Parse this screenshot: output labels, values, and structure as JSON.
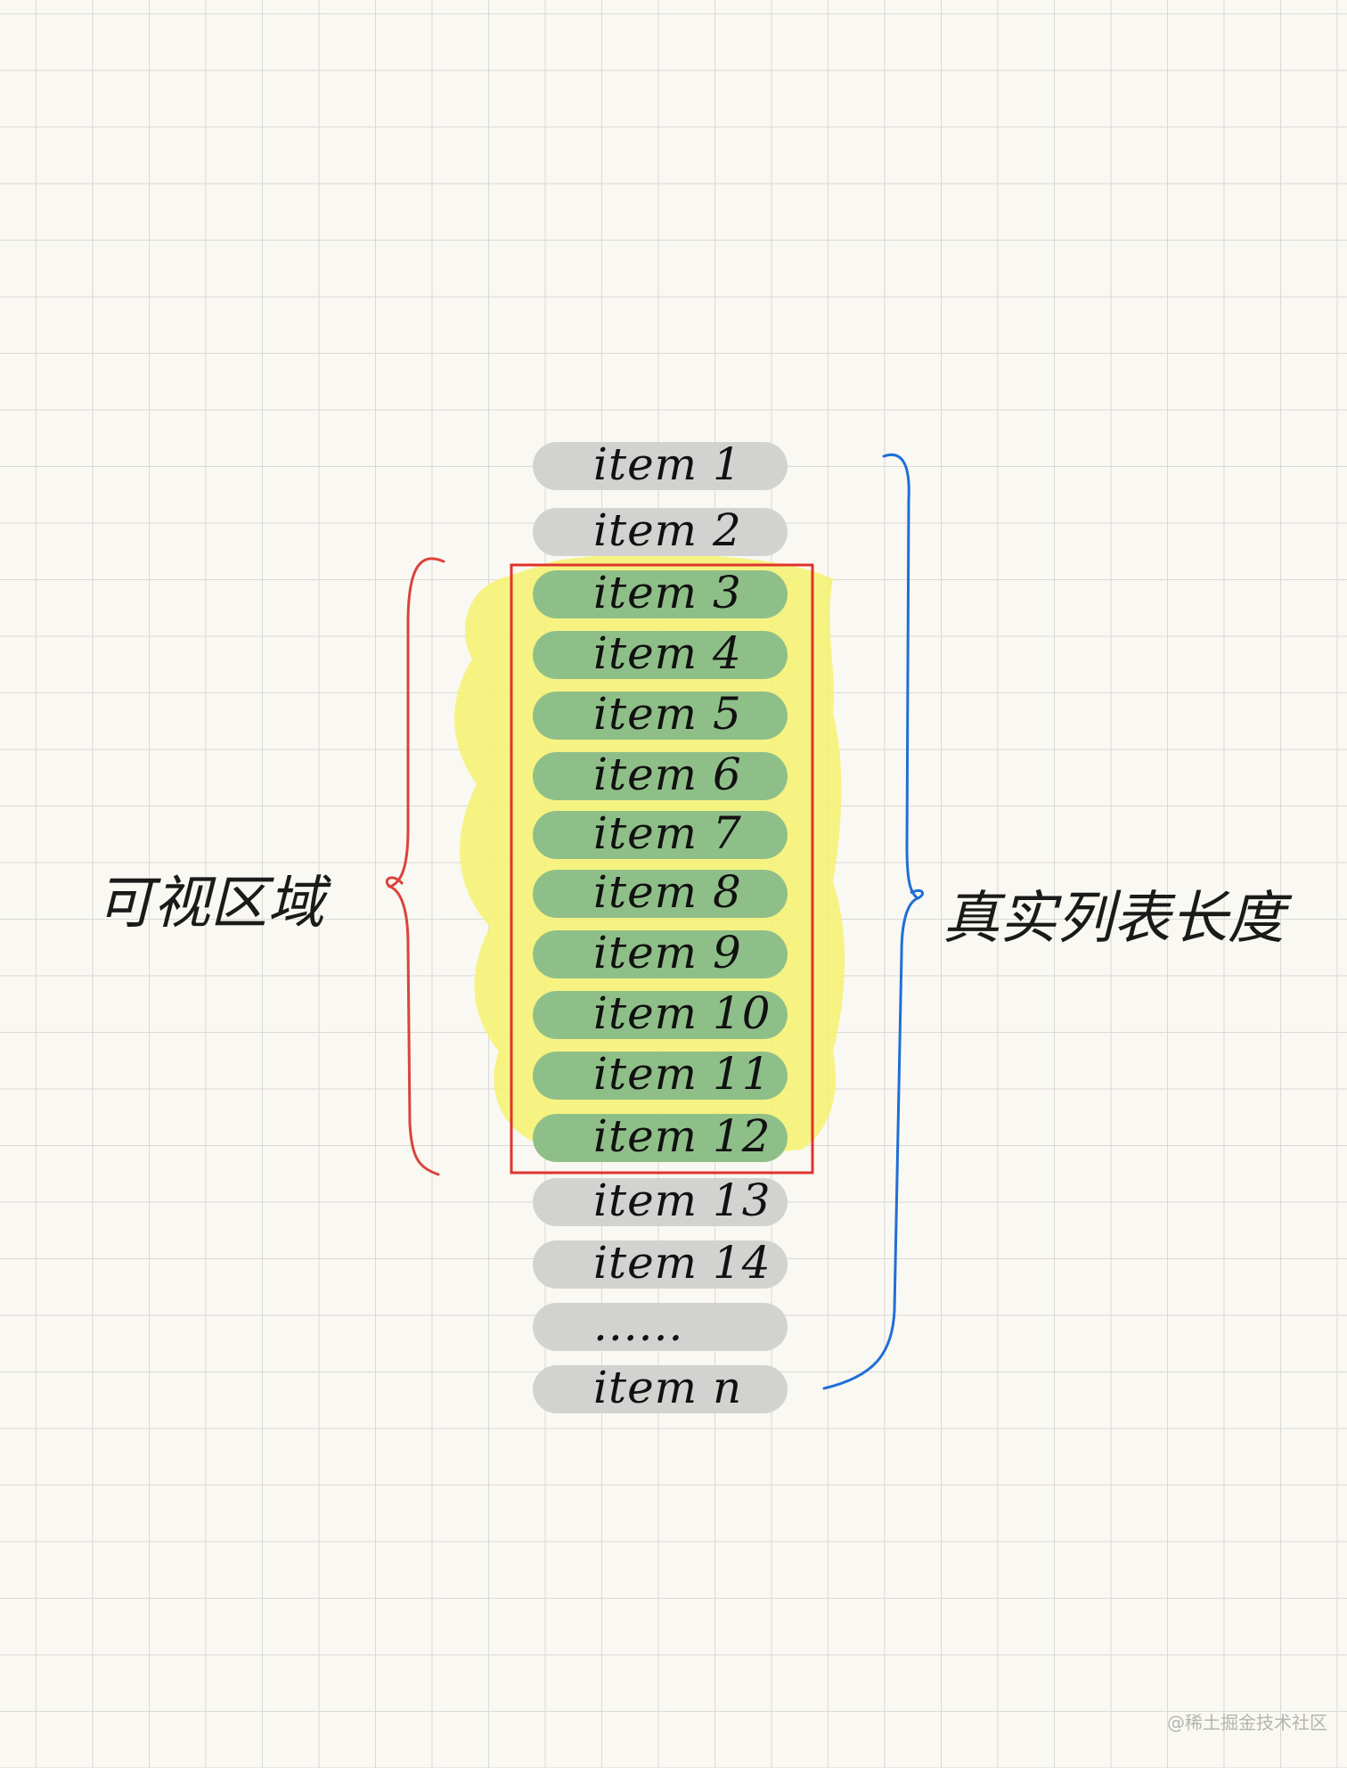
{
  "diagram": {
    "items": [
      {
        "label": "item 1",
        "state": "offscreen"
      },
      {
        "label": "item 2",
        "state": "offscreen"
      },
      {
        "label": "item 3",
        "state": "visible"
      },
      {
        "label": "item 4",
        "state": "visible"
      },
      {
        "label": "item 5",
        "state": "visible"
      },
      {
        "label": "item 6",
        "state": "visible"
      },
      {
        "label": "item 7",
        "state": "visible"
      },
      {
        "label": "item 8",
        "state": "visible"
      },
      {
        "label": "item 9",
        "state": "visible"
      },
      {
        "label": "item 10",
        "state": "visible"
      },
      {
        "label": "item 11",
        "state": "visible"
      },
      {
        "label": "item 12",
        "state": "visible"
      },
      {
        "label": "item 13",
        "state": "offscreen"
      },
      {
        "label": "item 14",
        "state": "offscreen"
      },
      {
        "label": "......",
        "state": "offscreen"
      },
      {
        "label": "item n",
        "state": "offscreen"
      }
    ],
    "left_label": "可视区域",
    "right_label": "真实列表长度",
    "watermark": "@稀土掘金技术社区"
  },
  "colors": {
    "grid": "#d9d9d6",
    "offscreen_pill": "#d2d2d0",
    "visible_pill": "#8fbf88",
    "highlight": "#f4f270",
    "viewport_box": "#e0332e",
    "left_brace": "#d9443c",
    "right_brace": "#1f6fd6"
  }
}
